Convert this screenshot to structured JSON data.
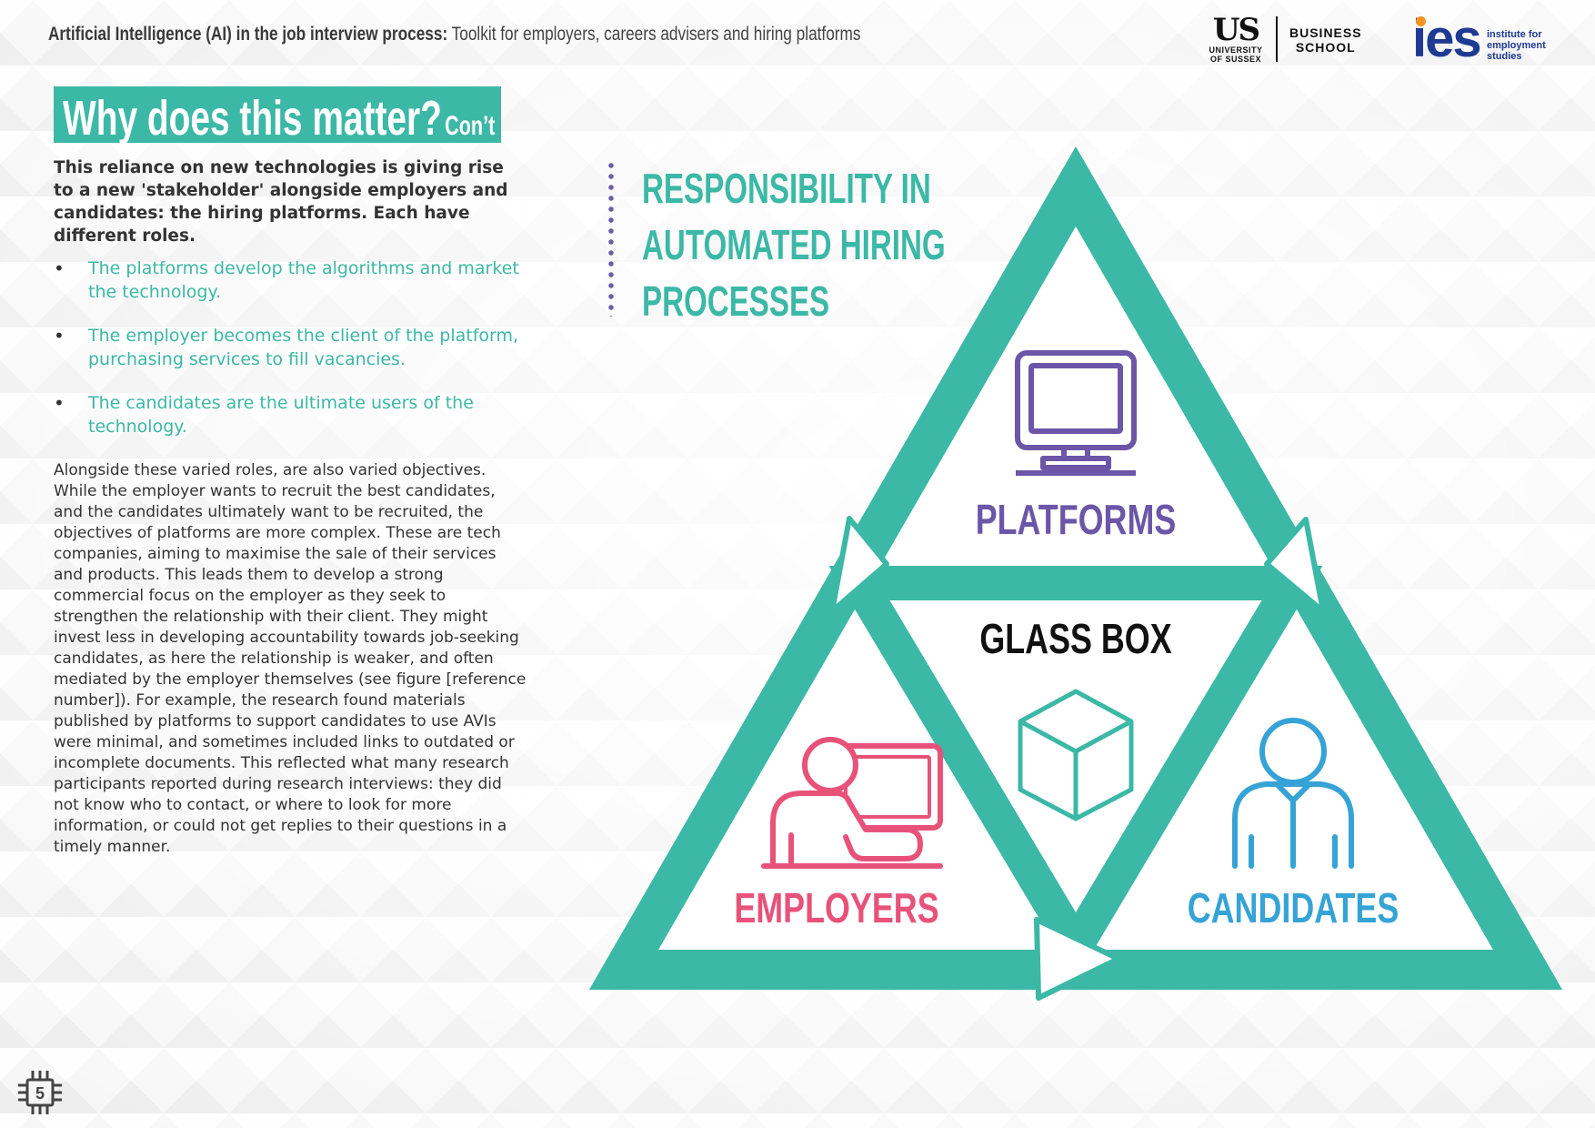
{
  "header": {
    "title_bold": "Artificial Intelligence (AI) in the job interview process:",
    "title_rest": " Toolkit for employers, careers advisers and hiring platforms"
  },
  "logos": {
    "us_mark": "US",
    "us_line1": "UNIVERSITY",
    "us_line2": "OF SUSSEX",
    "bs_line1": "BUSINESS",
    "bs_line2": "SCHOOL",
    "ies_mark": "ies",
    "ies_tag_line1": "institute for",
    "ies_tag_line2": "employment",
    "ies_tag_line3": "studies"
  },
  "page_title": {
    "main": "Why does this matter?",
    "suffix": "Con’t"
  },
  "intro": "This reliance on new technologies is giving rise to a new 'stakeholder' alongside employers and candidates: the hiring platforms. Each have different roles.",
  "bullets": [
    "The platforms develop the algorithms and market the technology.",
    "The employer becomes the client of the platform, purchasing services to fill vacancies.",
    "The candidates are the ultimate users of the technology."
  ],
  "body": "Alongside these varied roles, are also varied objectives. While the employer wants to recruit the best candidates, and the candidates ultimately want to be recruited, the objectives of platforms are more complex. These are tech companies, aiming to maximise the sale of their services and products. This leads them to develop a strong commercial focus on the employer as they seek to strengthen the relationship with their client. They might invest less in developing accountability towards job-seeking candidates, as here the relationship is weaker, and often mediated by the employer themselves (see figure [reference number]). For example, the research found materials published by platforms to support candidates to use AVIs were minimal, and sometimes included links to outdated or incomplete documents. This reflected what many research participants reported during research interviews: they did not know who to contact, or where to look for more information, or could not get replies to their questions in a timely manner.",
  "diagram": {
    "title_lines": [
      "RESPONSIBILITY IN",
      "AUTOMATED HIRING",
      "PROCESSES"
    ],
    "platforms": "PLATFORMS",
    "glass_box": "GLASS BOX",
    "employers": "EMPLOYERS",
    "candidates": "CANDIDATES",
    "colors": {
      "teal": "#3cb8a6",
      "purple": "#6b56a8",
      "pink": "#e8527a",
      "blue": "#36a3d6"
    }
  },
  "page_number": "5"
}
